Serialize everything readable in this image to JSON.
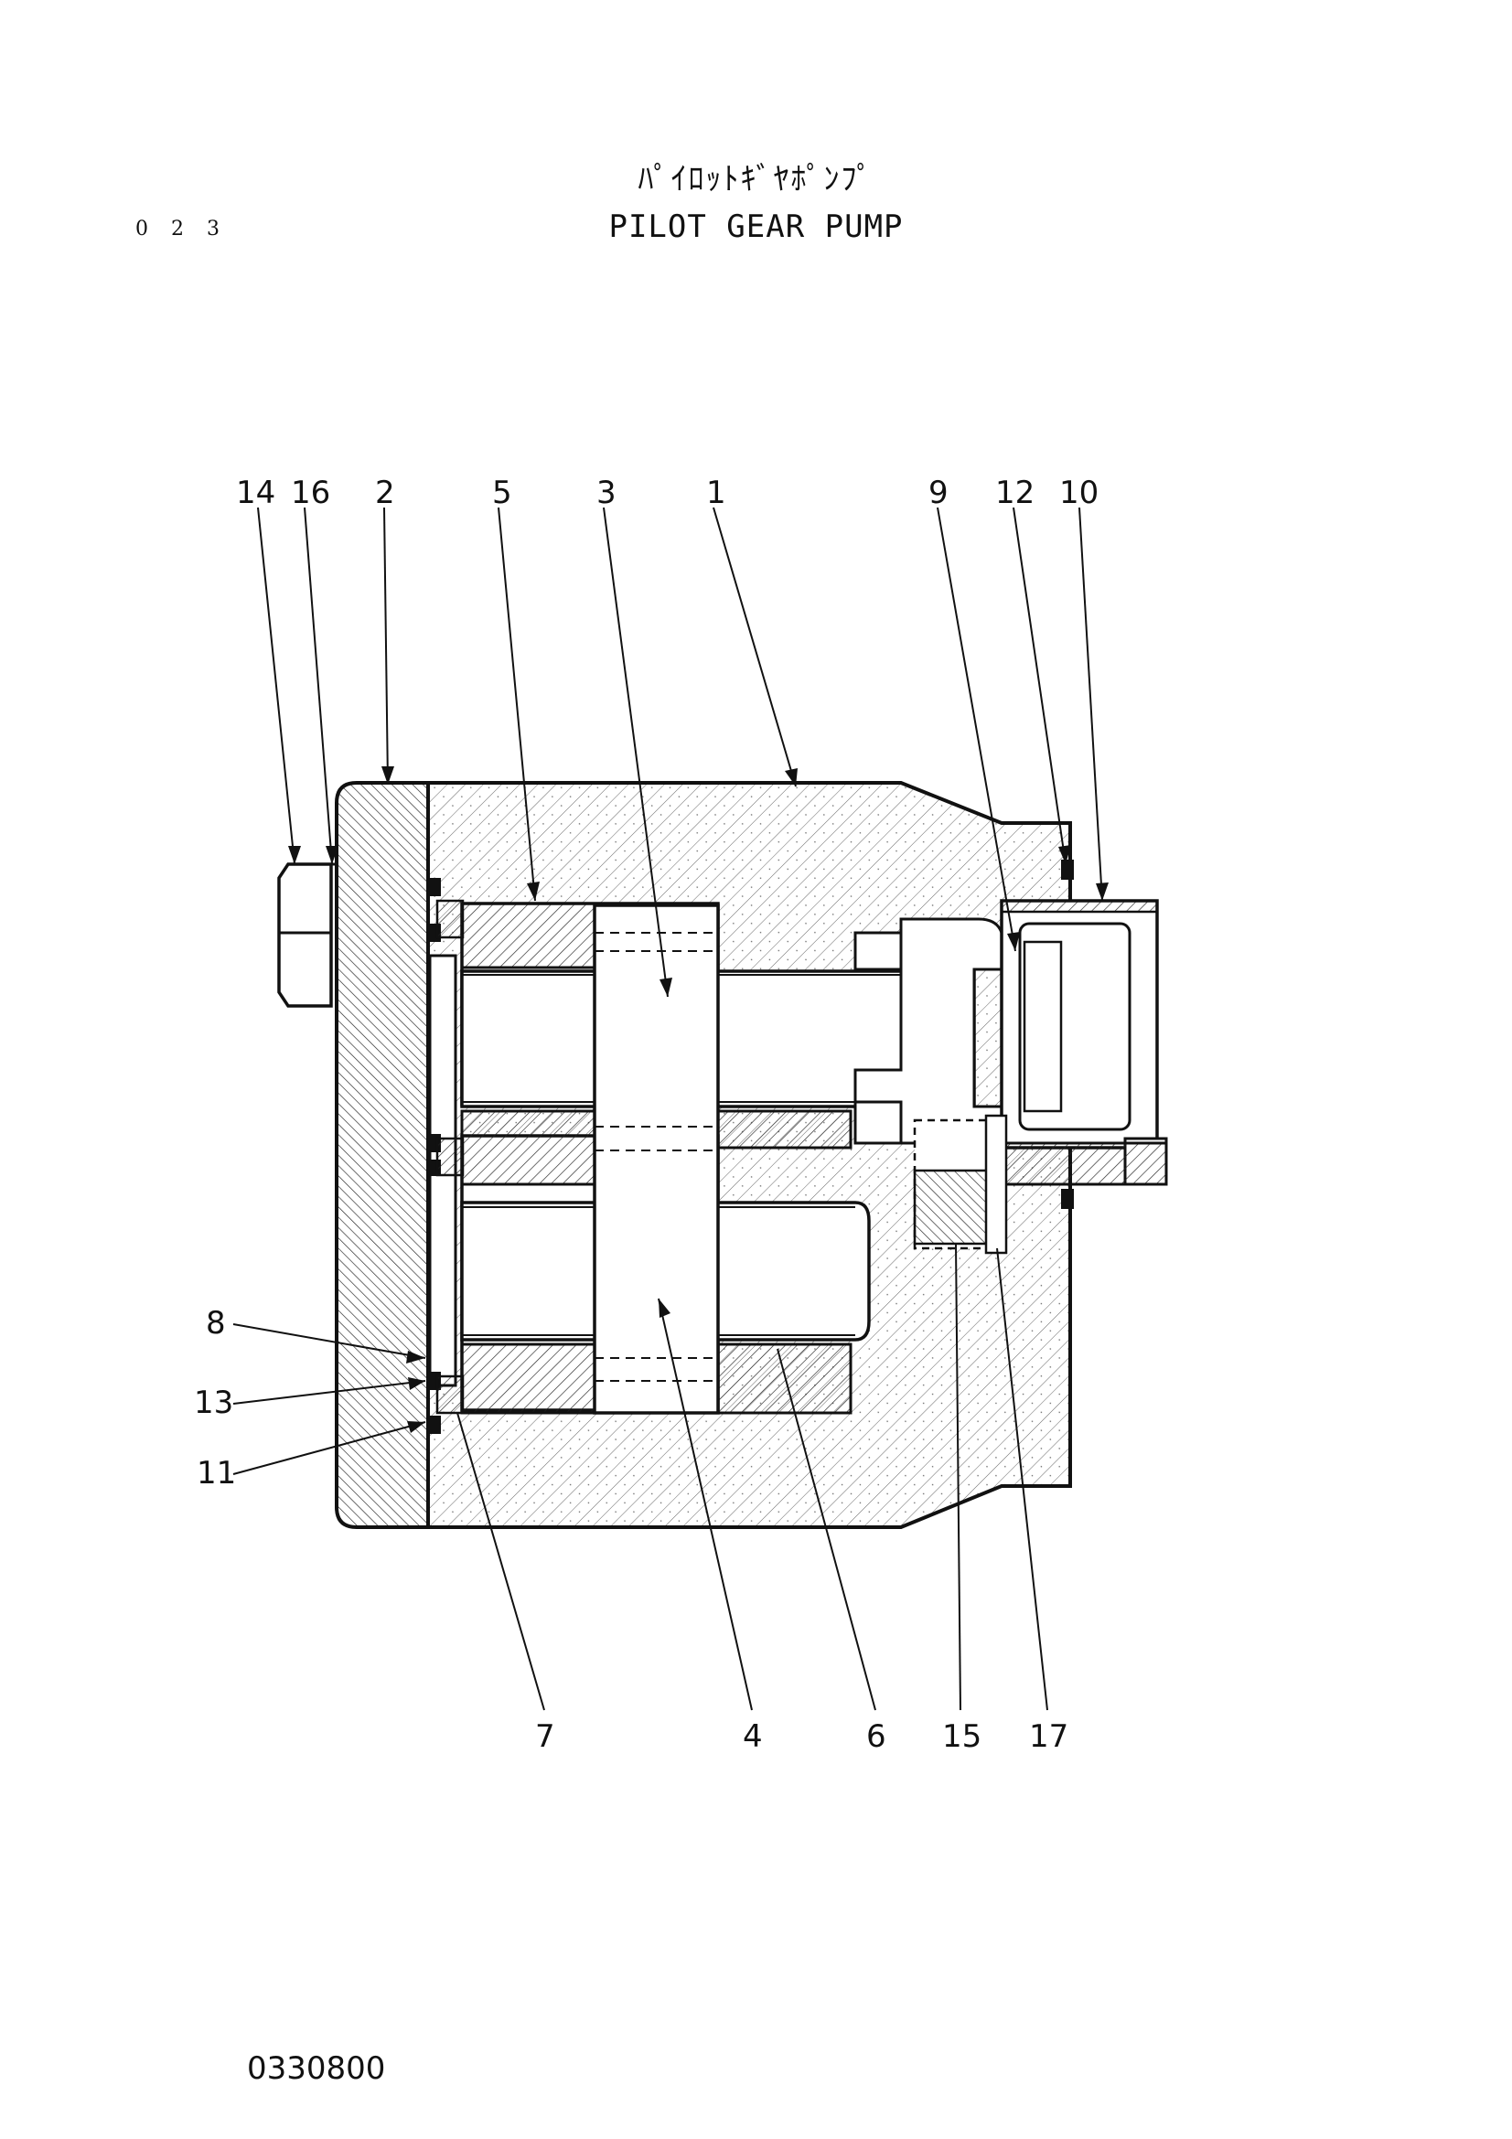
{
  "header": {
    "page_number": "0 2 3",
    "title_japanese": "ﾊﾟｲﾛｯﾄｷﾞﾔﾎﾟﾝﾌﾟ",
    "title_english": "PILOT GEAR PUMP"
  },
  "footer": {
    "drawing_number": "0330800"
  },
  "callouts": {
    "top": [
      "14",
      "16",
      "2",
      "5",
      "3",
      "1",
      "9",
      "12",
      "10"
    ],
    "left": [
      "8",
      "13",
      "11"
    ],
    "bottom": [
      "7",
      "4",
      "6",
      "15",
      "17"
    ]
  },
  "colors": {
    "ink": "#111111",
    "paper": "#ffffff"
  }
}
